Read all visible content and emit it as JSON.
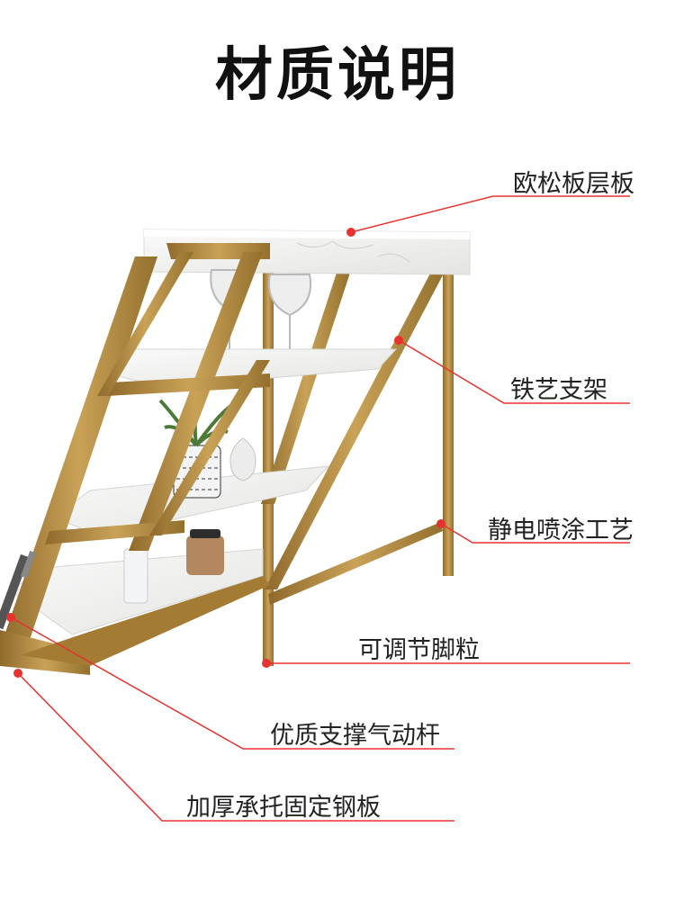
{
  "title": "材质说明",
  "annotations": [
    {
      "key": "board",
      "text": "欧松板层板"
    },
    {
      "key": "frame",
      "text": "铁艺支架"
    },
    {
      "key": "coat",
      "text": "静电喷涂工艺"
    },
    {
      "key": "feet",
      "text": "可调节脚粒"
    },
    {
      "key": "strut",
      "text": "优质支撑气动杆"
    },
    {
      "key": "plate",
      "text": "加厚承托固定钢板"
    }
  ],
  "colors": {
    "leader": "#e8322f",
    "gold": "#b68b3c",
    "marble": "#f2f2f0"
  }
}
